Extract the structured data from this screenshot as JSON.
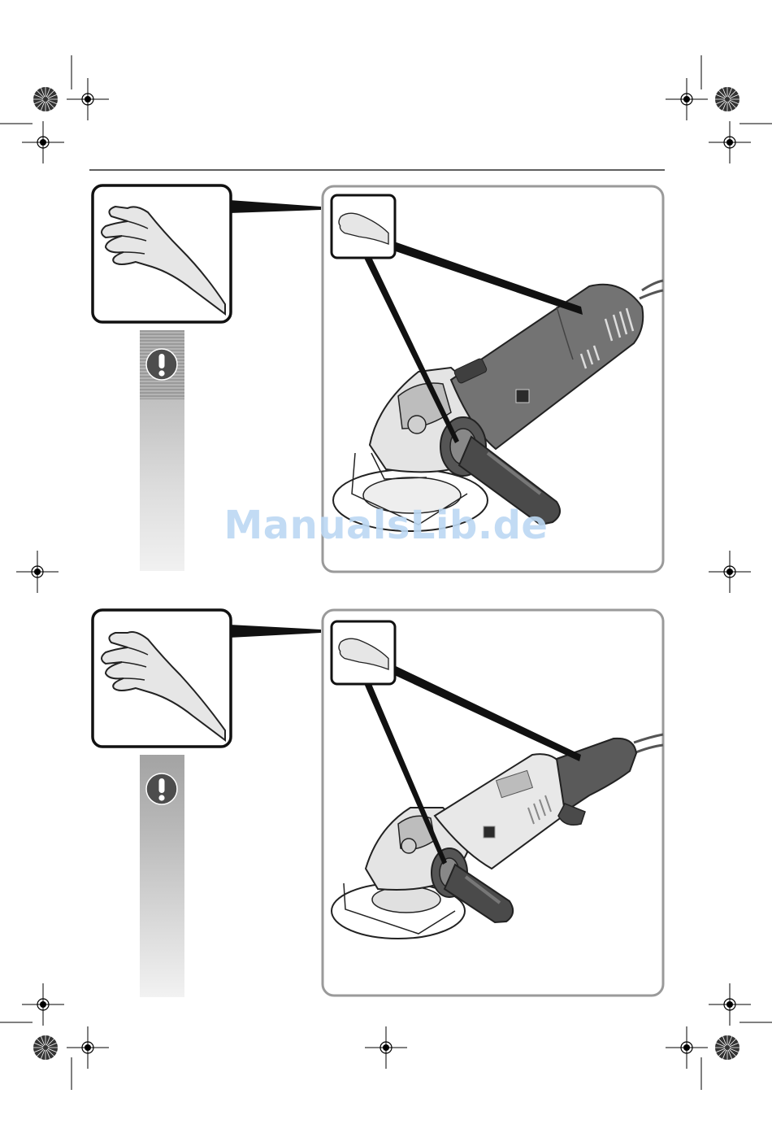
{
  "watermark": {
    "text": "ManualsLib.de"
  },
  "colors": {
    "panel_border": "#9a9a9a",
    "frame_border": "#111111",
    "tool_body": "#6e6e6e",
    "tool_light": "#d9d9d9",
    "watermark": "#bcd8f3"
  },
  "figures": [
    {
      "id": "figure-1",
      "grip": "hand-on-motor-housing",
      "warning_icon": "exclamation-icon"
    },
    {
      "id": "figure-2",
      "grip": "hand-on-rear-handle",
      "warning_icon": "exclamation-icon"
    }
  ],
  "icons": [
    "registration-mark-icon",
    "color-target-icon",
    "exclamation-icon",
    "hand-icon",
    "angle-grinder-icon"
  ]
}
